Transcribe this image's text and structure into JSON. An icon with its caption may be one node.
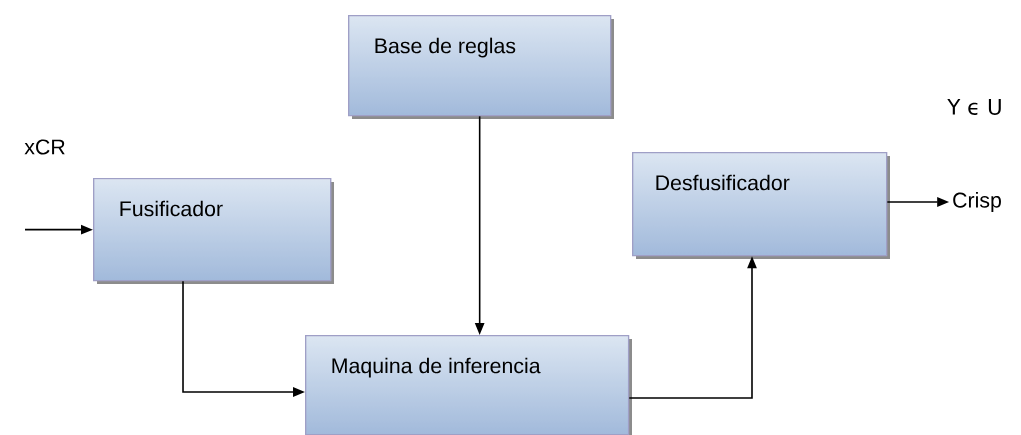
{
  "diagram": {
    "nodes": [
      {
        "text": [
          "Base de reglas"
        ]
      },
      {
        "text": [
          "Fusificador"
        ]
      },
      {
        "text": [
          "Maquina de inferencia"
        ]
      },
      {
        "text": [
          "Desfusificador"
        ]
      },
      {
        "text": [
          "Crisp"
        ]
      }
    ],
    "edges": [
      {
        "from": null,
        "to": 1,
        "arrow": "to"
      },
      {
        "from": 0,
        "to": 2,
        "arrow": "to"
      },
      {
        "from": 1,
        "to": 2,
        "arrow": "to"
      },
      {
        "from": 2,
        "to": 3,
        "arrow": "to"
      },
      {
        "from": 3,
        "to": 4,
        "arrow": "to"
      }
    ],
    "labels": [
      "xCR",
      "Y ϵ U"
    ]
  }
}
